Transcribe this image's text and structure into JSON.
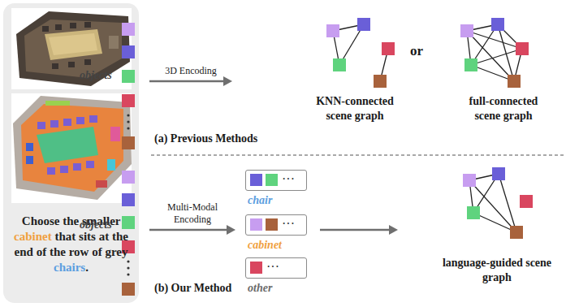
{
  "diagram": {
    "nodes": [
      {
        "text": [
          "Choose the smaller cabinet that sits at the end of the row of grey chairs."
        ]
      },
      {
        "text": [
          "objects"
        ]
      },
      {
        "text": [
          "KNN-connected scene graph"
        ]
      },
      {
        "text": [
          "full-connected scene graph"
        ]
      },
      {
        "text": [
          "objects"
        ]
      },
      {
        "text": [
          "···",
          "chair"
        ]
      },
      {
        "text": [
          "···",
          "cabinet"
        ]
      },
      {
        "text": [
          "···",
          "other"
        ]
      },
      {
        "text": [
          "language-guided scene graph"
        ]
      }
    ],
    "edges": [
      {
        "from": 1,
        "to": 2,
        "arrow": "to",
        "label": "3D Encoding"
      },
      {
        "from": 4,
        "to": 6,
        "arrow": "to",
        "label": "Multi-Modal Encoding"
      },
      {
        "from": 6,
        "to": 8,
        "arrow": "to"
      }
    ],
    "labels": [
      "or",
      "(a) Previous Methods",
      "(b) Our Method"
    ]
  }
}
